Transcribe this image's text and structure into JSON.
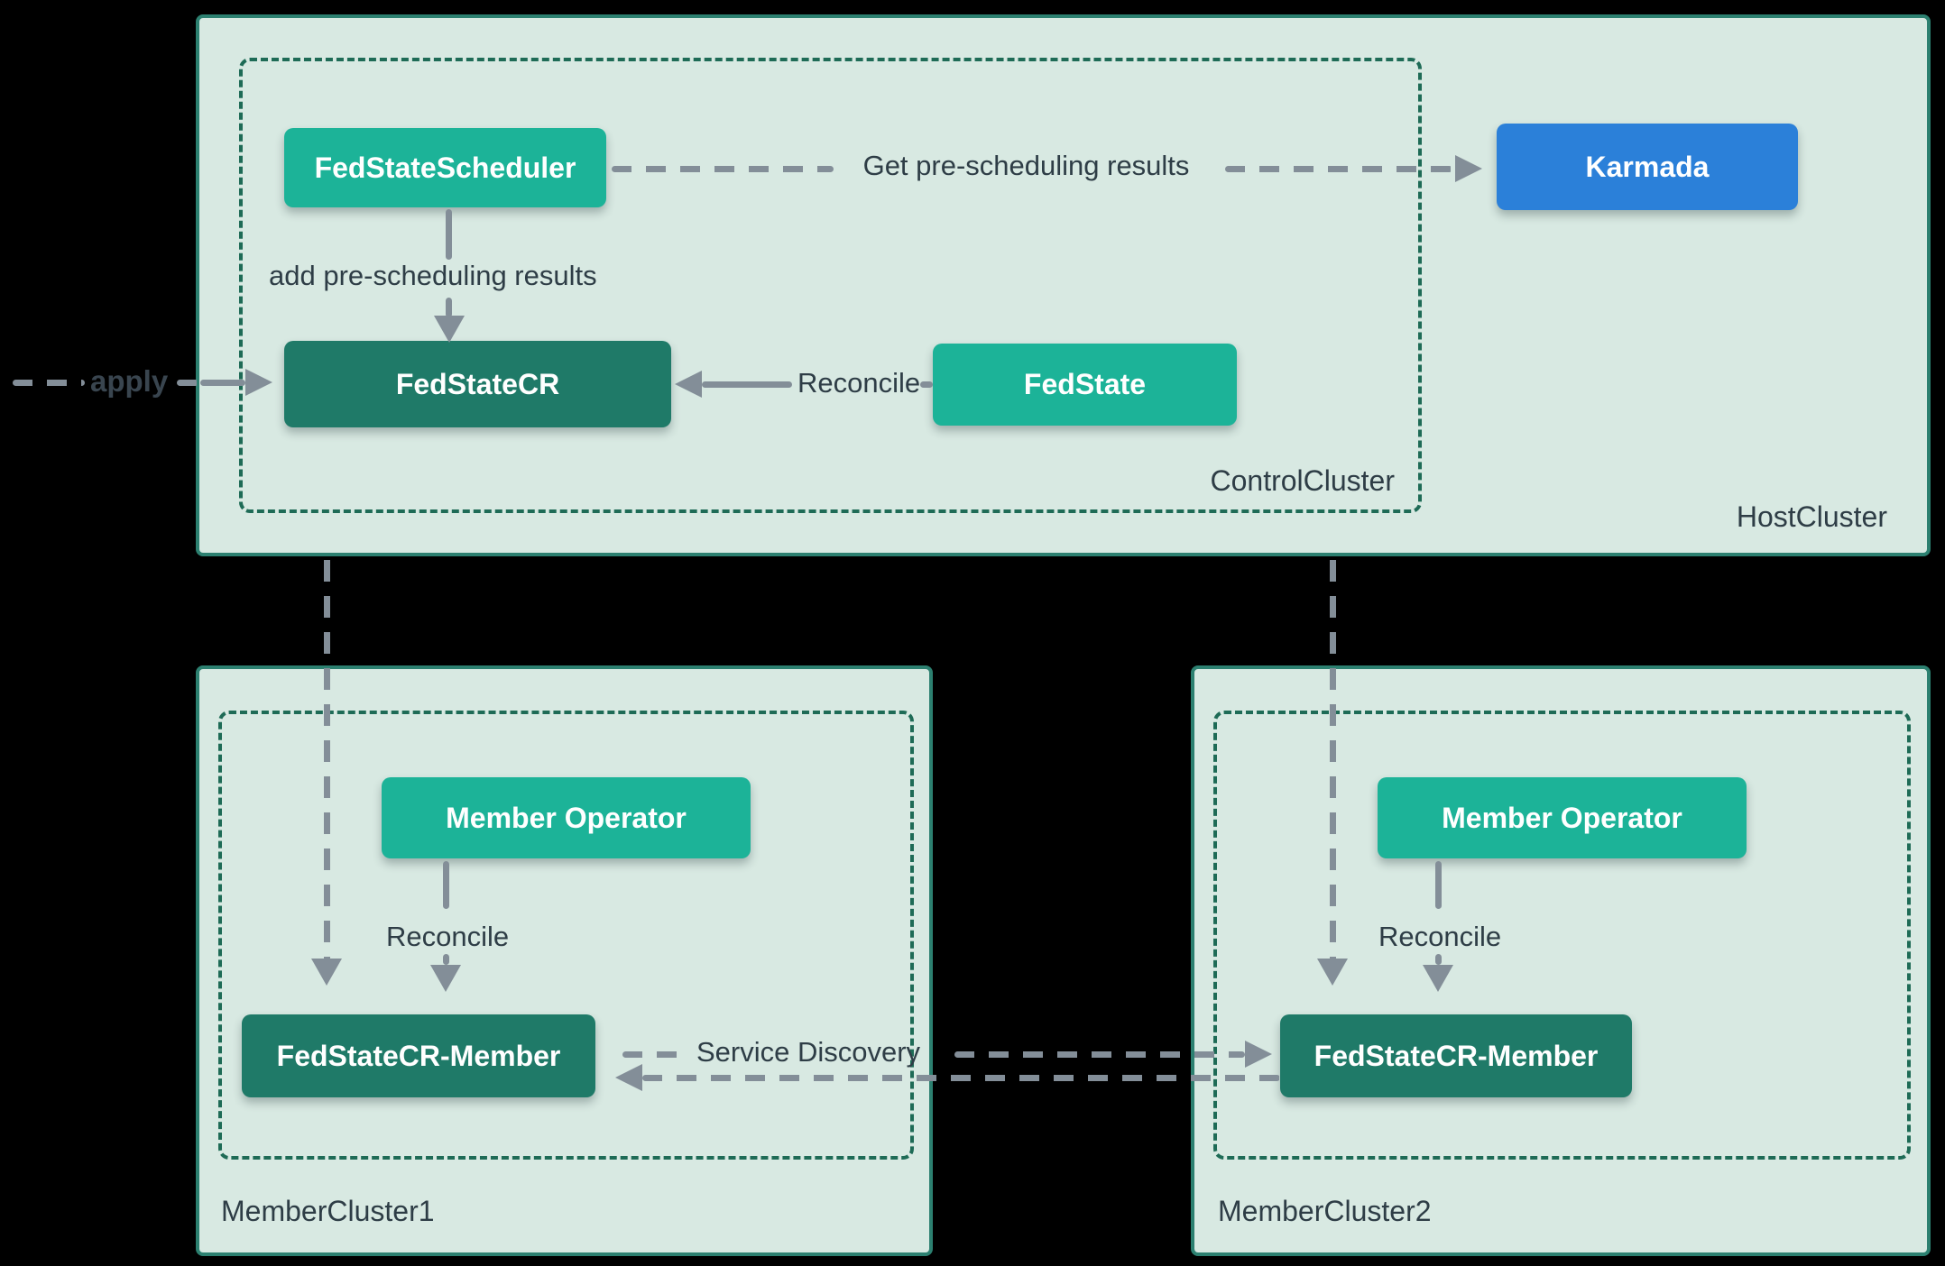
{
  "colors": {
    "background": "#000000",
    "cluster_fill": "#d8e9e2",
    "cluster_border": "#2c8070",
    "dashed_border": "#1e6b56",
    "node_teal": "#1cb398",
    "node_dark_green": "#1f7a68",
    "node_blue": "#2b80d9",
    "arrow_gray": "#838e98",
    "text_dark": "#2e3d46",
    "text_light": "#ffffff"
  },
  "host_cluster": {
    "label": "HostCluster",
    "karmada": "Karmada",
    "control_cluster": {
      "label": "ControlCluster",
      "fed_state_scheduler": "FedStateScheduler",
      "fed_state_cr": "FedStateCR",
      "fed_state": "FedState"
    }
  },
  "member_cluster_1": {
    "label": "MemberCluster1",
    "member_operator": "Member Operator",
    "reconcile_label": "Reconcile",
    "fed_state_cr_member": "FedStateCR-Member"
  },
  "member_cluster_2": {
    "label": "MemberCluster2",
    "member_operator": "Member Operator",
    "reconcile_label": "Reconcile",
    "fed_state_cr_member": "FedStateCR-Member"
  },
  "edges": {
    "apply_label": "apply",
    "get_pre_scheduling_label": "Get pre-scheduling results",
    "add_pre_scheduling_label": "add pre-scheduling results",
    "reconcile_label": "Reconcile",
    "service_discovery_label": "Service Discovery"
  }
}
